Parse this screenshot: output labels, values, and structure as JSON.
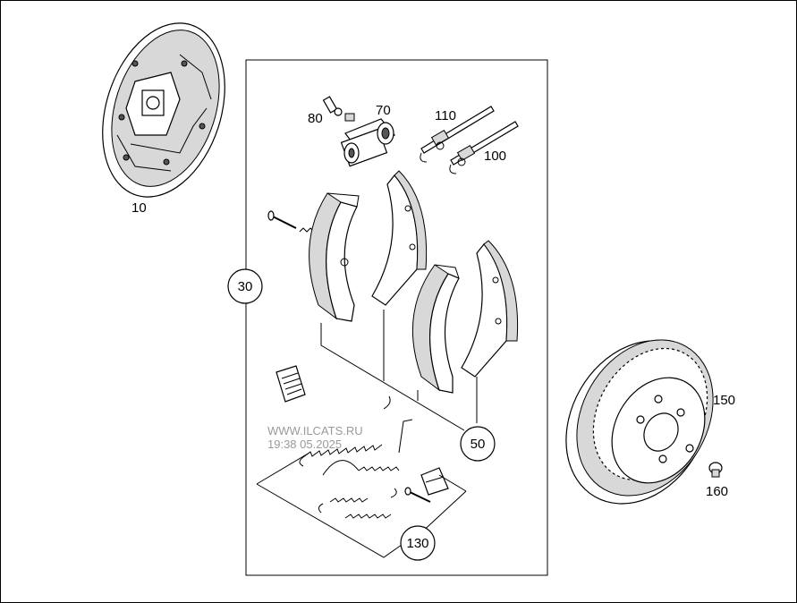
{
  "labels": {
    "p10": "10",
    "p30": "30",
    "p50": "50",
    "p70": "70",
    "p80": "80",
    "p100": "100",
    "p110": "110",
    "p130": "130",
    "p150": "150",
    "p160": "160"
  },
  "watermark": {
    "line1": "WWW.ILCATS.RU",
    "line2": "19:38 05.2025"
  }
}
